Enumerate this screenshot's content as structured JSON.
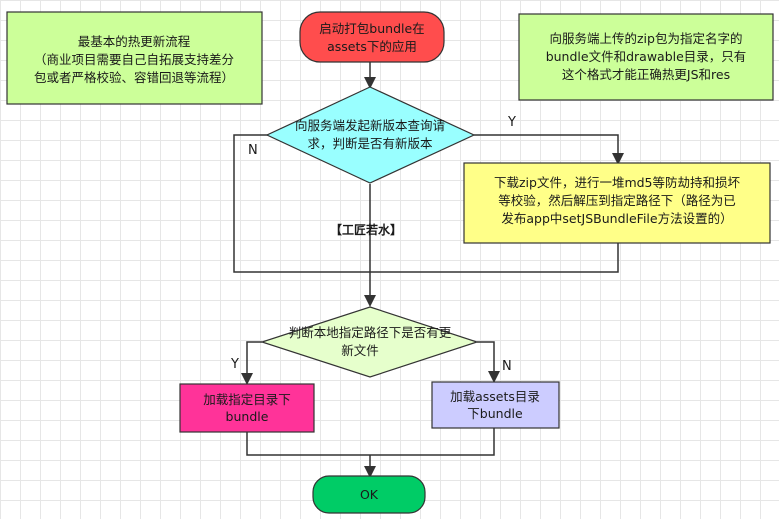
{
  "nodes": {
    "start": {
      "lines": [
        "启动打包bundle在",
        "assets下的应用"
      ],
      "fill": "#ff4d4d"
    },
    "note_left": {
      "lines": [
        "最基本的热更新流程",
        "（商业项目需要自己自拓展支持差分",
        "包或者严格校验、容错回退等流程）"
      ],
      "fill": "#ccff99"
    },
    "note_right": {
      "lines": [
        "向服务端上传的zip包为指定名字的",
        "bundle文件和drawable目录，只有",
        "这个格式才能正确热更JS和res"
      ],
      "fill": "#ccff99"
    },
    "decision_new_version": {
      "lines": [
        "向服务端发起新版本查询请",
        "求，判断是否有新版本"
      ],
      "fill": "#99ffff"
    },
    "download": {
      "lines": [
        "下载zip文件，进行一堆md5等防劫持和损坏",
        "等校验，然后解压到指定路径下（路径为已",
        "发布app中setJSBundleFile方法设置的）"
      ],
      "fill": "#ffff88"
    },
    "decision_local_file": {
      "lines": [
        "判断本地指定路径下是否有更",
        "新文件"
      ],
      "fill": "#e6ffcc"
    },
    "load_specified": {
      "lines": [
        "加载指定目录下",
        "bundle"
      ],
      "fill": "#ff3399"
    },
    "load_assets": {
      "lines": [
        "加载assets目录",
        "下bundle"
      ],
      "fill": "#ccccff"
    },
    "ok": {
      "lines": [
        "OK"
      ],
      "fill": "#00cc66"
    }
  },
  "watermark": "【工匠若水】",
  "edge_labels": {
    "yes_1": "Y",
    "no_1": "N",
    "yes_2": "Y",
    "no_2": "N"
  },
  "colors": {
    "stroke": "#333333",
    "line": "#333333"
  }
}
